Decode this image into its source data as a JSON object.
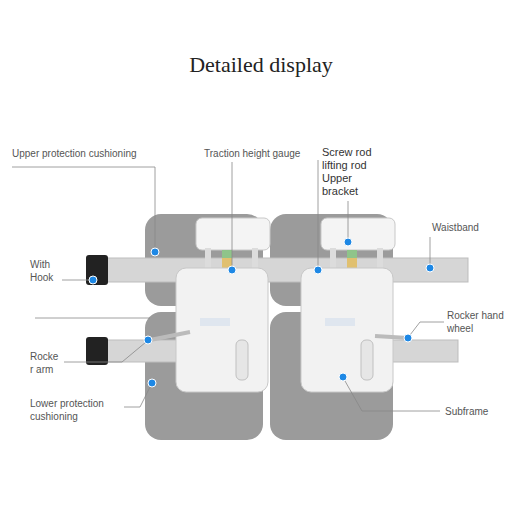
{
  "diagram": {
    "title": "Detailed display",
    "labels": [
      "Upper protection cushioning",
      "Traction height gauge",
      "Screw rod lifting rod",
      "Upper bracket",
      "Waistband",
      "With Hook",
      "Rocker hand wheel",
      "Rocke r arm",
      "Lower protection cushioning",
      "Subframe"
    ]
  }
}
